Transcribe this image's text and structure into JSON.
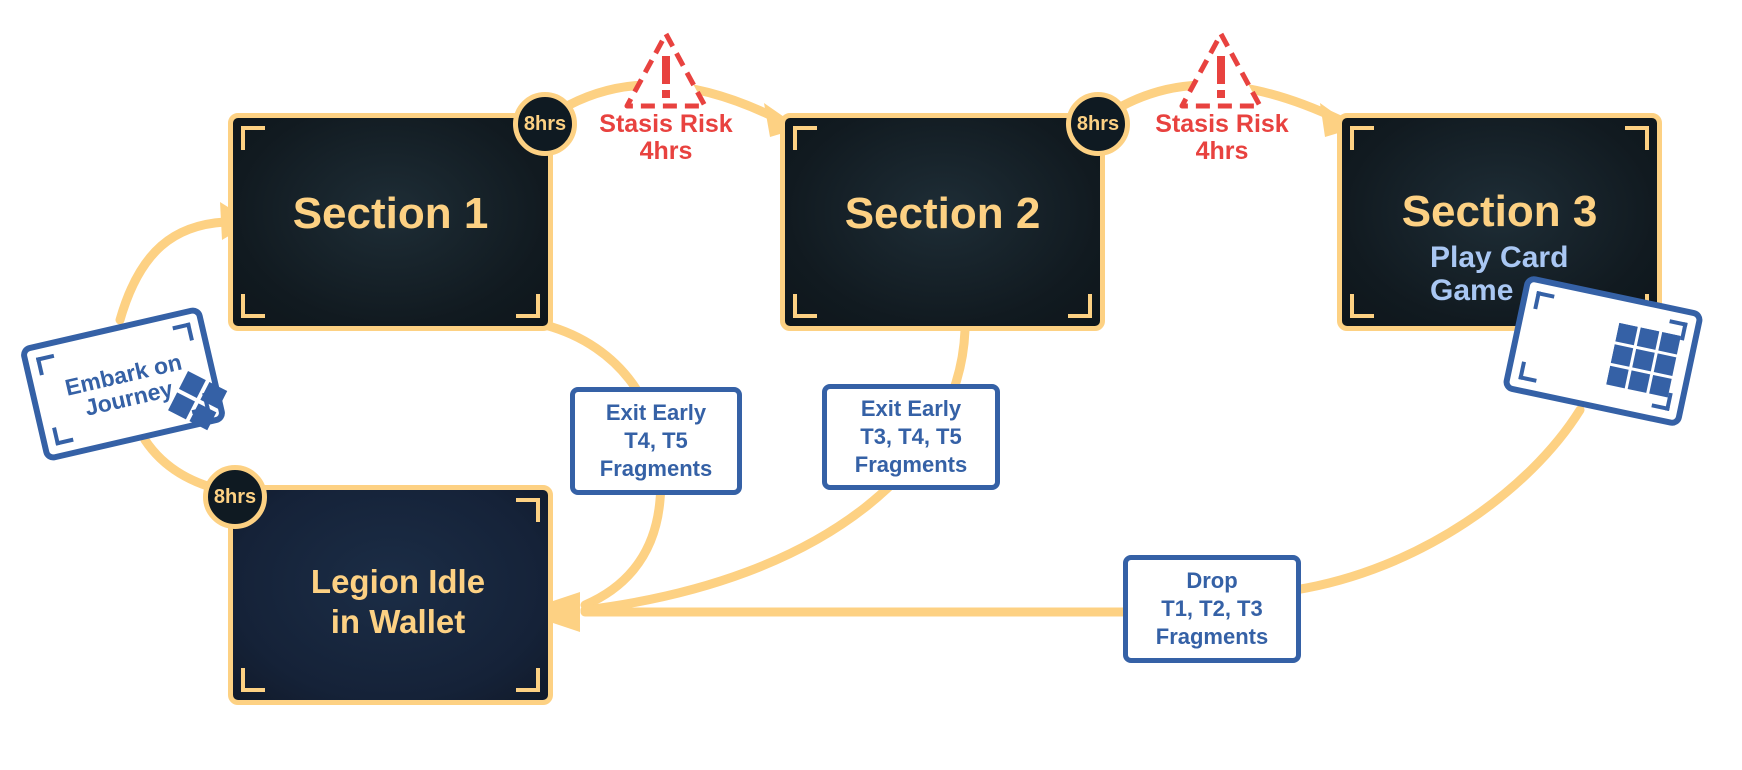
{
  "colors": {
    "card_border": "#fdd183",
    "card_fill": "#111a20",
    "wallet_fill": "#152238",
    "title_text": "#fdd183",
    "subtitle_text": "#a9c7f3",
    "connector": "#fdd183",
    "note_border": "#3561a6",
    "risk_red": "#e8423f"
  },
  "sections": [
    {
      "title": "Section 1"
    },
    {
      "title": "Section 2"
    },
    {
      "title": "Section 3",
      "subtitle": "Play Card Game"
    }
  ],
  "wallet": {
    "title": "Legion Idle\nin Wallet"
  },
  "embark": {
    "label": "Embark on\nJourney",
    "icon": "four-squares-icon"
  },
  "card_game": {
    "icon": "grid-3x3-icon"
  },
  "durations": {
    "section1": "8hrs",
    "section2": "8hrs",
    "wallet": "8hrs"
  },
  "stasis": [
    {
      "label": "Stasis Risk",
      "time": "4hrs",
      "icon": "warning-triangle-icon"
    },
    {
      "label": "Stasis Risk",
      "time": "4hrs",
      "icon": "warning-triangle-icon"
    }
  ],
  "exits": [
    {
      "line1": "Exit Early",
      "line2": "T4, T5",
      "line3": "Fragments"
    },
    {
      "line1": "Exit Early",
      "line2": "T3, T4, T5",
      "line3": "Fragments"
    },
    {
      "line1": "Drop",
      "line2": "T1, T2, T3",
      "line3": "Fragments"
    }
  ]
}
